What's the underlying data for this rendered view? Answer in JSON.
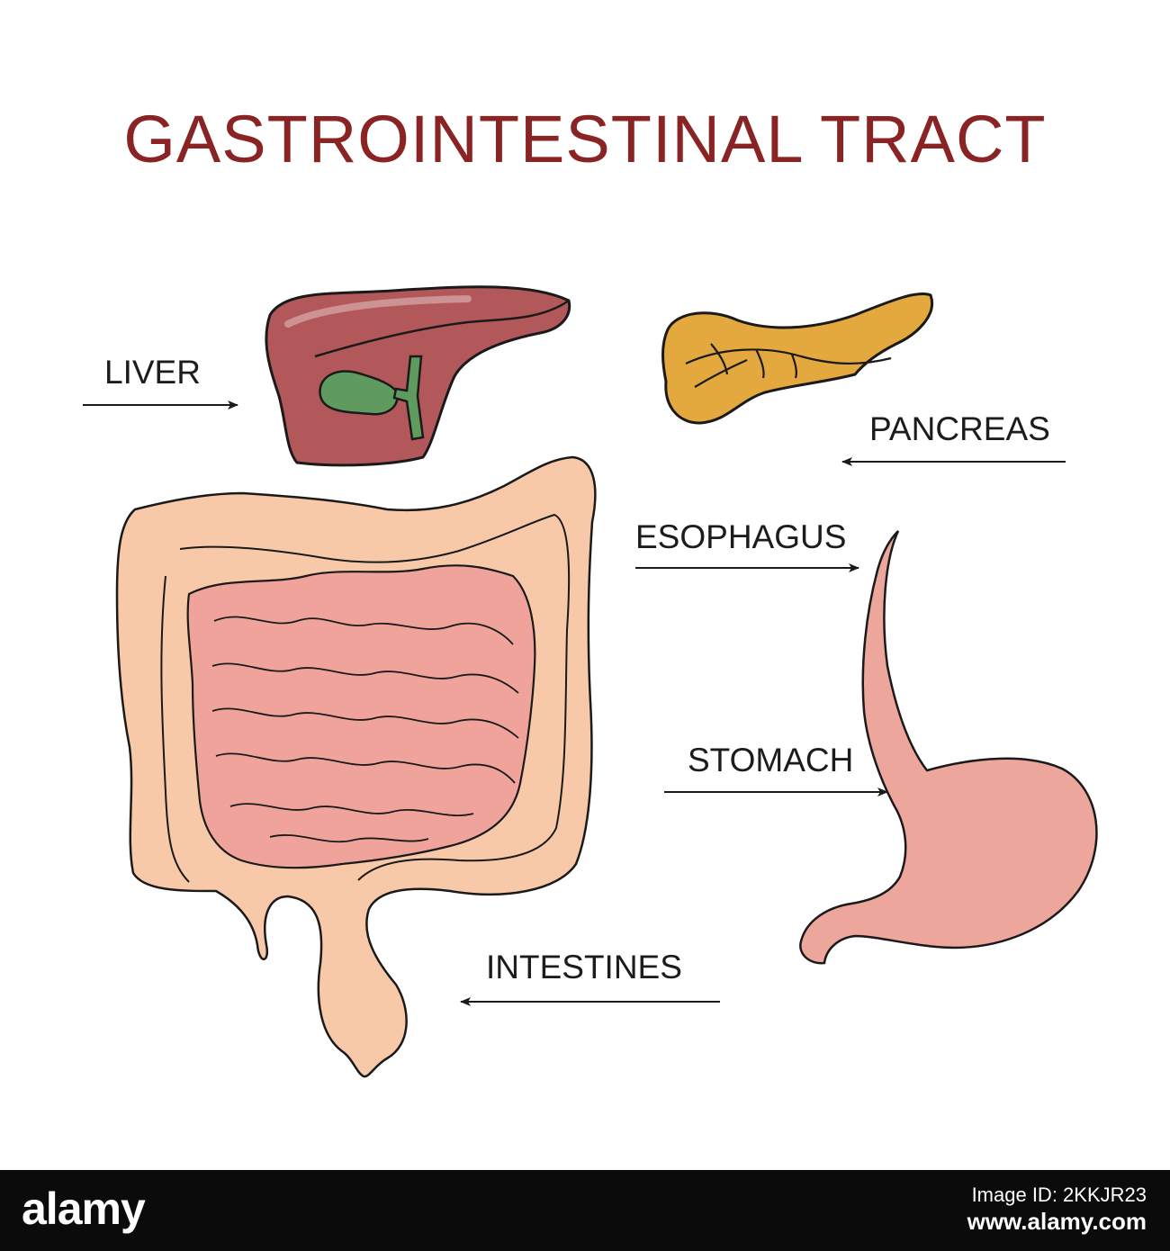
{
  "title": "GASTROINTESTINAL TRACT",
  "labels": {
    "liver": "LIVER",
    "pancreas": "PANCREAS",
    "esophagus": "ESOPHAGUS",
    "stomach": "STOMACH",
    "intestines": "INTESTINES"
  },
  "colors": {
    "title": "#8a2424",
    "liver": "#b3585a",
    "gallbladder": "#5f9a5e",
    "pancreas": "#e3a83e",
    "stomach": "#eca69c",
    "large_intestine": "#f7c9a8",
    "small_intestine": "#f0a39b"
  },
  "stock": {
    "logo": "alamy",
    "image_id": "Image ID: 2KKJR23",
    "url": "www.alamy.com"
  }
}
